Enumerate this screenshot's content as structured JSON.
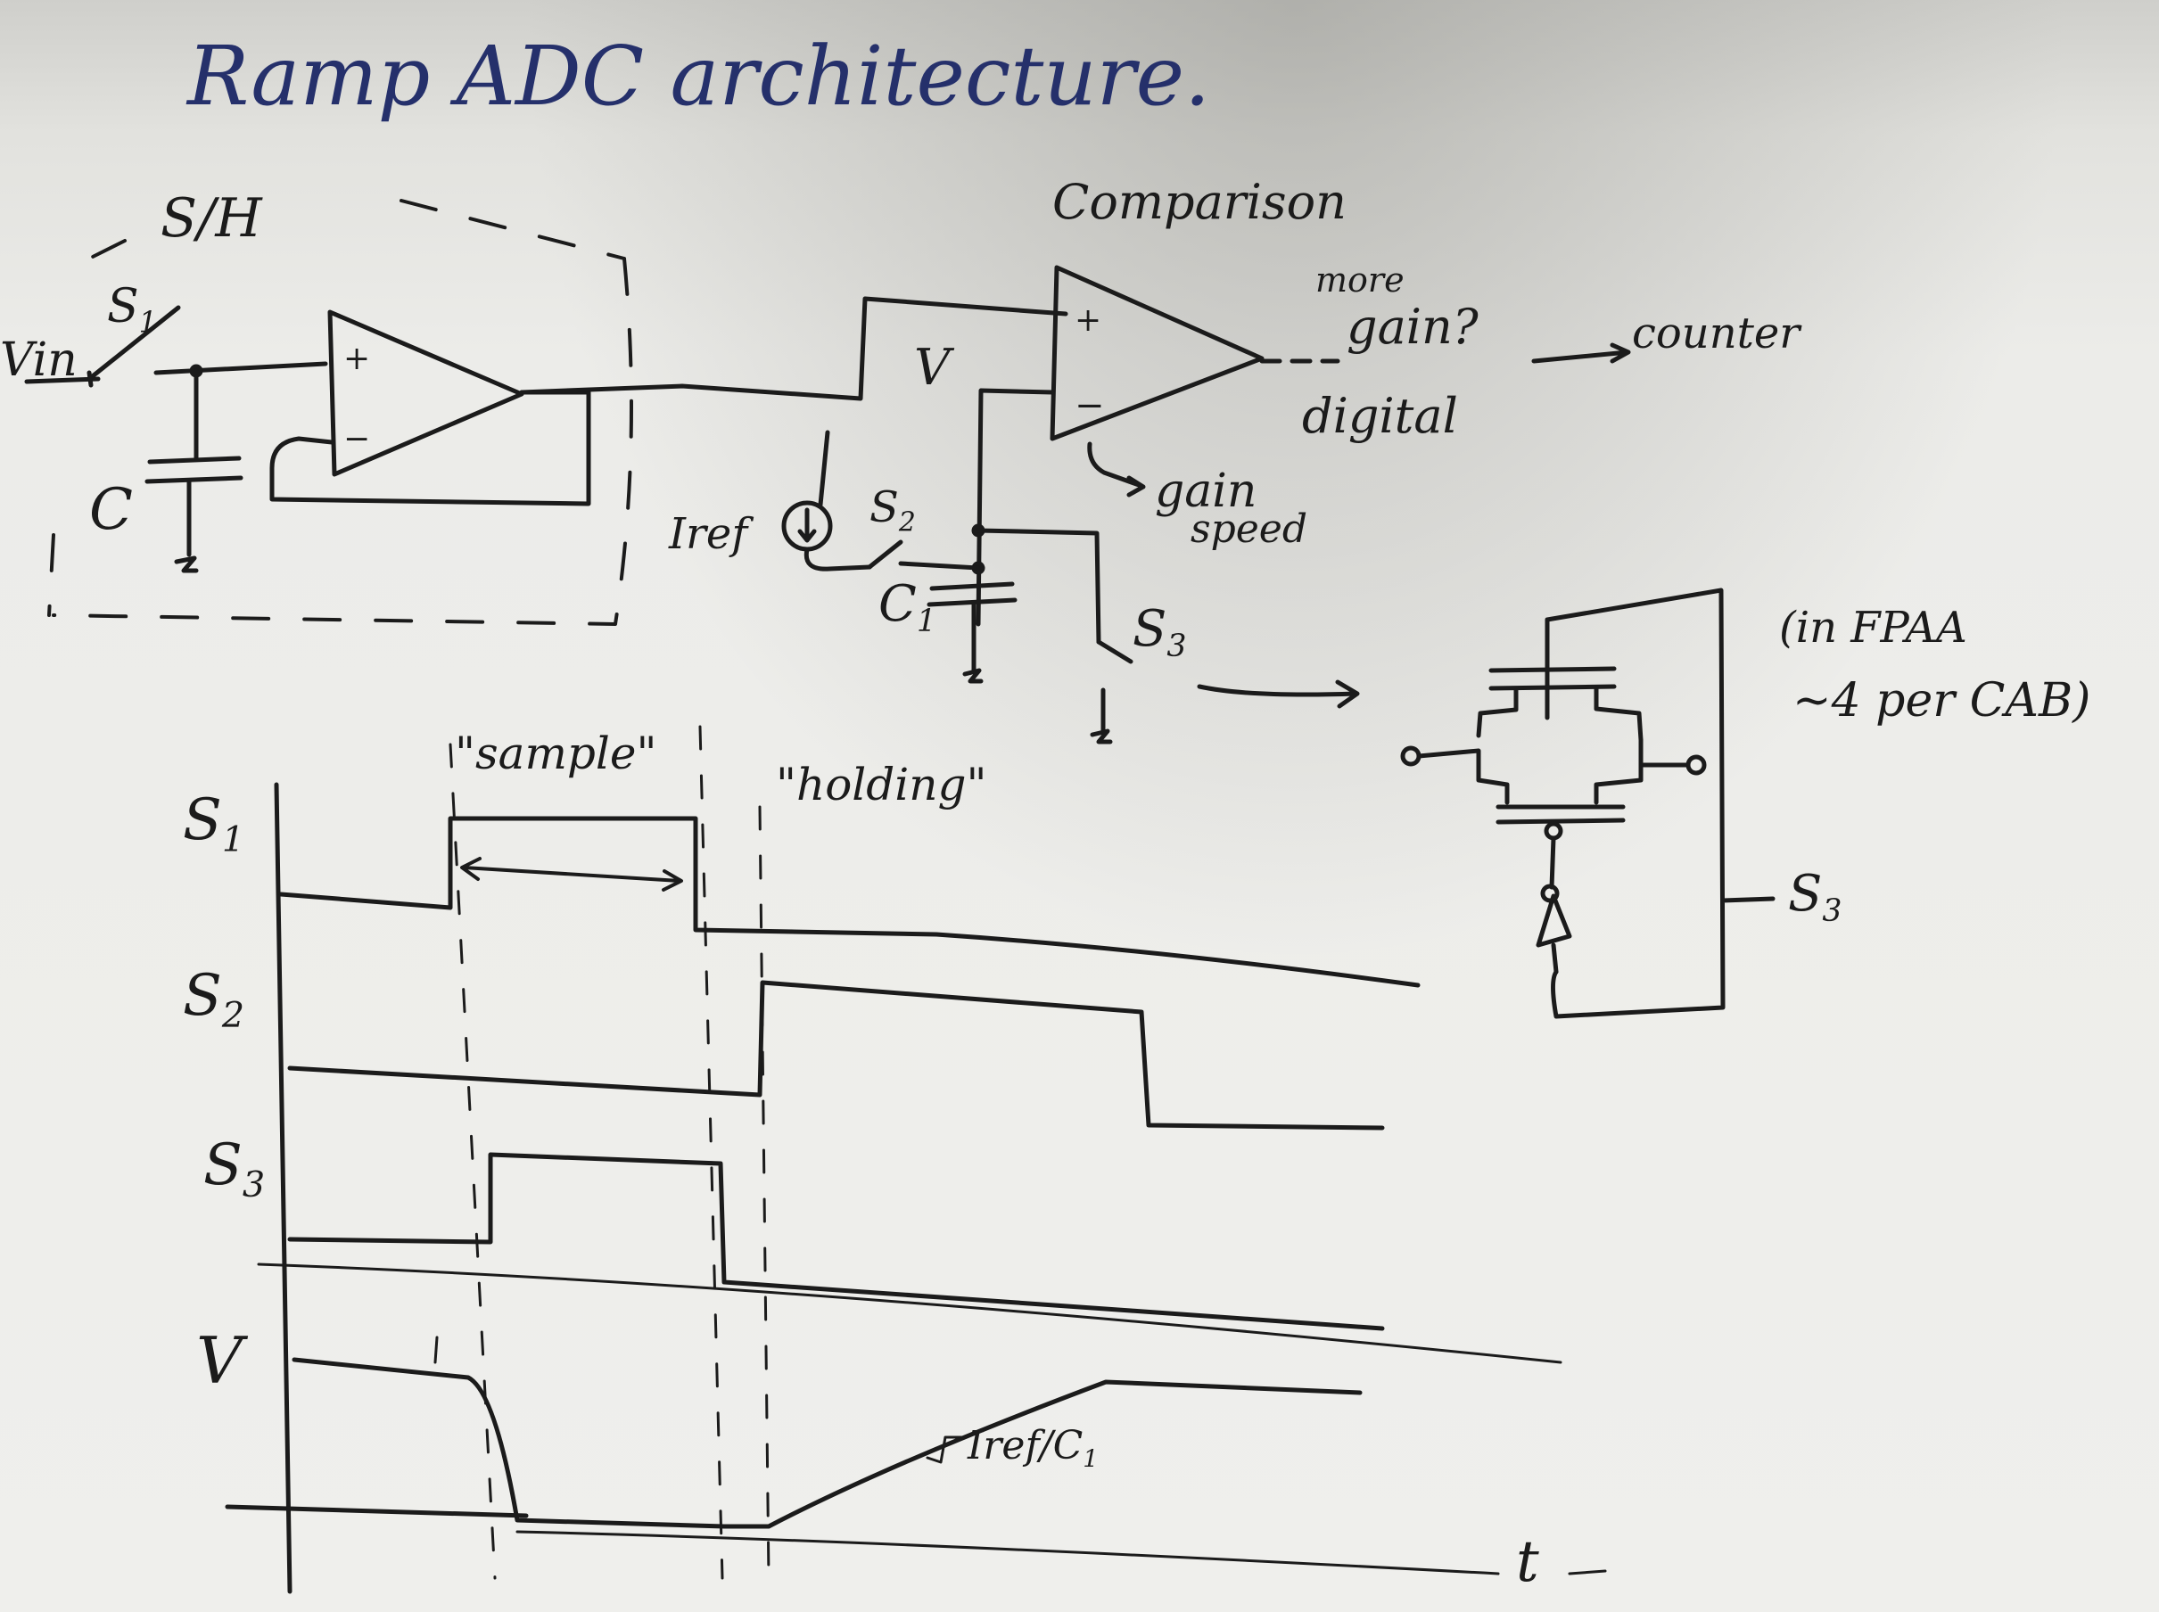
{
  "title": "Ramp ADC architecture.",
  "labels": {
    "sh": "S/H",
    "s1": "S",
    "s1_sub": "1",
    "vin": "Vin",
    "c": "C",
    "plus": "+",
    "minus": "−",
    "comparison": "Comparison",
    "v_node": "V",
    "iref": "Iref",
    "s2": "S",
    "s2_sub": "2",
    "c1": "C",
    "c1_sub": "1",
    "s3": "S",
    "s3_sub": "3",
    "more_gain": "more",
    "more_gain2": "gain?",
    "digital": "digital",
    "counter": "counter",
    "gain": "gain",
    "speed": "speed",
    "fpaa": "(in FPAA",
    "per_cab": "~4 per CAB)",
    "sample": "\"sample\"",
    "holding": "\"holding\"",
    "t": "t",
    "slope": "Iref/C",
    "slope_sub": "1"
  },
  "timing": {
    "rows": [
      {
        "name": "S",
        "sub": "1"
      },
      {
        "name": "S",
        "sub": "2"
      },
      {
        "name": "S",
        "sub": "3"
      },
      {
        "name": "V",
        "sub": ""
      }
    ]
  },
  "colors": {
    "ink": "#1b1b1b",
    "title_ink": "#25306b",
    "board": "#ecece9"
  }
}
